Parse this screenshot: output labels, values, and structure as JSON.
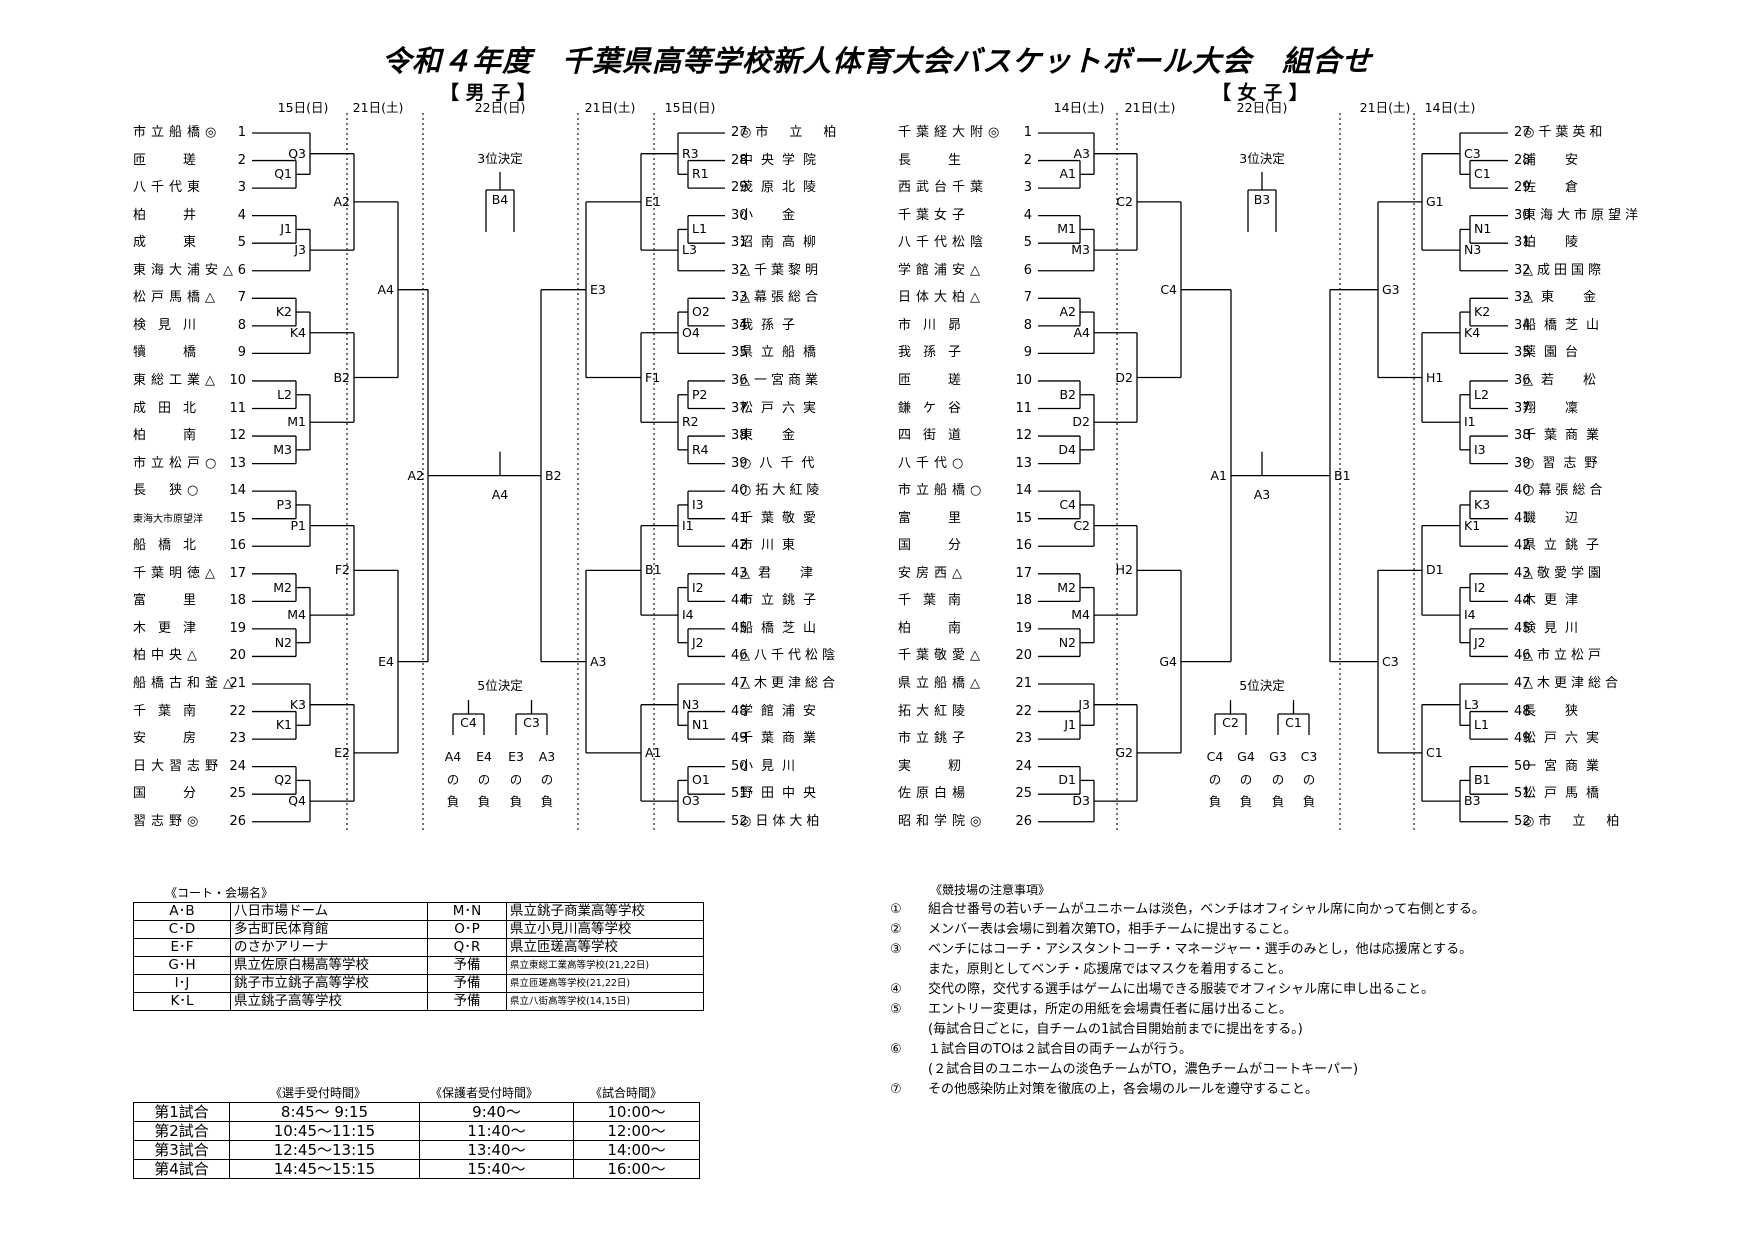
{
  "title": "令和４年度　千葉県高等学校新人体育大会バスケットボール大会　組合せ",
  "boys": {
    "label": "【 男 子 】",
    "dates": [
      "15日(日)",
      "21日(土)",
      "22日(日)",
      "21日(土)",
      "15日(日)"
    ],
    "left": [
      "市立船橋◎",
      "匝　瑳",
      "八千代東",
      "柏　井",
      "成　東",
      "東海大浦安△",
      "松戸馬橋△",
      "検見川",
      "犢　橋",
      "東総工業△",
      "成田北",
      "柏　南",
      "市立松戸○",
      "長　狭○",
      "東海大市原望洋",
      "船橋北",
      "千葉明徳△",
      "富　里",
      "木更津",
      "柏中央△",
      "船橋古和釜△",
      "千葉南",
      "安　房",
      "日大習志野",
      "国　分",
      "習志野◎"
    ],
    "right": [
      "◎市　立　柏",
      "中央学院",
      "茂原北陵",
      "小　金",
      "沼南高柳",
      "△千葉黎明",
      "△幕張総合",
      "我孫子",
      "県立船橋",
      "△一宮商業",
      "松戸六実",
      "東　金",
      "○八千代",
      "○拓大紅陵",
      "千葉敬愛",
      "市川東",
      "△君　津",
      "市立銚子",
      "船橋芝山",
      "△八千代松陰",
      "△木更津総合",
      "学館浦安",
      "千葉商業",
      "小見川",
      "野田中央",
      "◎日体大柏"
    ],
    "r1_left": [
      "Q3",
      "Q1",
      "J1",
      "J3",
      "K2",
      "K4",
      "L2",
      "M1",
      "M3",
      "P3",
      "P1",
      "M2",
      "M4",
      "N2",
      "K3",
      "K1",
      "Q2",
      "Q4"
    ],
    "r2_left": [
      "A2",
      "A4",
      "B2",
      "F2",
      "E4",
      "E2"
    ],
    "r1_right": [
      "R3",
      "R1",
      "L1",
      "L3",
      "O2",
      "O4",
      "P2",
      "R2",
      "R4",
      "I3",
      "I1",
      "I2",
      "I4",
      "J2",
      "N3",
      "N1",
      "O1",
      "O3"
    ],
    "r2_right": [
      "E1",
      "E3",
      "F1",
      "B1",
      "A3",
      "A1"
    ],
    "semi_left": "A2",
    "semi_right": "B2",
    "final": "A4",
    "third_label": "3位決定",
    "third_court": "B4",
    "fifth_label": "5位決定",
    "fifth_courts": [
      "C4",
      "C3"
    ],
    "fifth_refs": [
      "A4",
      "E4",
      "E3",
      "A3"
    ],
    "fifth_no": "の",
    "fifth_lose": "負"
  },
  "girls": {
    "label": "【 女 子 】",
    "dates": [
      "14日(土)",
      "21日(土)",
      "22日(日)",
      "21日(土)",
      "14日(土)"
    ],
    "left": [
      "千葉経大附◎",
      "長　生",
      "西武台千葉",
      "千葉女子",
      "八千代松陰",
      "学館浦安△",
      "日体大柏△",
      "市川昴",
      "我孫子",
      "匝　瑳",
      "鎌ケ谷",
      "四街道",
      "八千代○",
      "市立船橋○",
      "富　里",
      "国　分",
      "安房西△",
      "千葉南",
      "柏　南",
      "千葉敬愛△",
      "県立船橋△",
      "拓大紅陵",
      "市立銚子",
      "実　籾",
      "佐原白楊",
      "昭和学院◎"
    ],
    "right": [
      "◎千葉英和",
      "浦　安",
      "佐　倉",
      "東海大市原望洋",
      "柏　陵",
      "△成田国際",
      "△東　金",
      "船橋芝山",
      "薬園台",
      "△若　松",
      "翔　凜",
      "千葉商業",
      "○習志野",
      "○幕張総合",
      "磯　辺",
      "県立銚子",
      "△敬愛学園",
      "木更津",
      "検見川",
      "△市立松戸",
      "△木更津総合",
      "長　狭",
      "松戸六実",
      "一宮商業",
      "松戸馬橋",
      "◎市　立　柏"
    ],
    "r1_left": [
      "A3",
      "A1",
      "M1",
      "M3",
      "A2",
      "A4",
      "B2",
      "D2",
      "D4",
      "C4",
      "C2",
      "M2",
      "M4",
      "N2",
      "J3",
      "J1",
      "D1",
      "D3"
    ],
    "r2_left": [
      "C2",
      "C4",
      "D2",
      "H2",
      "G4",
      "G2"
    ],
    "r1_right": [
      "C3",
      "C1",
      "N1",
      "N3",
      "K2",
      "K4",
      "L2",
      "I1",
      "I3",
      "K3",
      "K1",
      "I2",
      "I4",
      "J2",
      "L3",
      "L1",
      "B1",
      "B3"
    ],
    "r2_right": [
      "G1",
      "G3",
      "H1",
      "D1",
      "C3",
      "C1"
    ],
    "semi_left": "A1",
    "semi_right": "B1",
    "final": "A3",
    "third_label": "3位決定",
    "third_court": "B3",
    "fifth_label": "5位決定",
    "fifth_courts": [
      "C2",
      "C1"
    ],
    "fifth_refs": [
      "C4",
      "G4",
      "G3",
      "C3"
    ],
    "fifth_no": "の",
    "fifth_lose": "負"
  },
  "courts": {
    "heading": "《コート・会場名》",
    "rows": [
      [
        "A･B",
        "八日市場ドーム",
        "M･N",
        "県立銚子商業高等学校"
      ],
      [
        "C･D",
        "多古町民体育館",
        "O･P",
        "県立小見川高等学校"
      ],
      [
        "E･F",
        "のさかアリーナ",
        "Q･R",
        "県立匝瑳高等学校"
      ],
      [
        "G･H",
        "県立佐原白楊高等学校",
        "予備",
        "県立東総工業高等学校(21,22日)"
      ],
      [
        "I･J",
        "銚子市立銚子高等学校",
        "予備",
        "県立匝瑳高等学校(21,22日)"
      ],
      [
        "K･L",
        "県立銚子高等学校",
        "予備",
        "県立八街高等学校(14,15日)"
      ]
    ]
  },
  "times": {
    "headings": [
      "《選手受付時間》",
      "《保護者受付時間》",
      "《試合時間》"
    ],
    "rows": [
      [
        "第1試合",
        "8:45～ 9:15",
        "9:40～",
        "10:00～"
      ],
      [
        "第2試合",
        "10:45～11:15",
        "11:40～",
        "12:00～"
      ],
      [
        "第3試合",
        "12:45～13:15",
        "13:40～",
        "14:00～"
      ],
      [
        "第4試合",
        "14:45～15:15",
        "15:40～",
        "16:00～"
      ]
    ]
  },
  "notes": {
    "heading": "《競技場の注意事項》",
    "items": [
      [
        "①",
        "組合せ番号の若いチームがユニホームは淡色，ベンチはオフィシャル席に向かって右側とする。"
      ],
      [
        "②",
        "メンバー表は会場に到着次第TO，相手チームに提出すること。"
      ],
      [
        "③",
        "ベンチにはコーチ・アシスタントコーチ・マネージャー・選手のみとし，他は応援席とする。"
      ],
      [
        "",
        "また，原則としてベンチ・応援席ではマスクを着用すること。"
      ],
      [
        "④",
        "交代の際，交代する選手はゲームに出場できる服装でオフィシャル席に申し出ること。"
      ],
      [
        "⑤",
        "エントリー変更は，所定の用紙を会場責任者に届け出ること。"
      ],
      [
        "",
        "(毎試合日ごとに，自チームの1試合目開始前までに提出をする。)"
      ],
      [
        "⑥",
        "１試合目のTOは２試合目の両チームが行う。"
      ],
      [
        "",
        "(２試合目のユニホームの淡色チームがTO，濃色チームがコートキーパー)"
      ],
      [
        "⑦",
        "その他感染防止対策を徹底の上，各会場のルールを遵守すること。"
      ]
    ]
  }
}
